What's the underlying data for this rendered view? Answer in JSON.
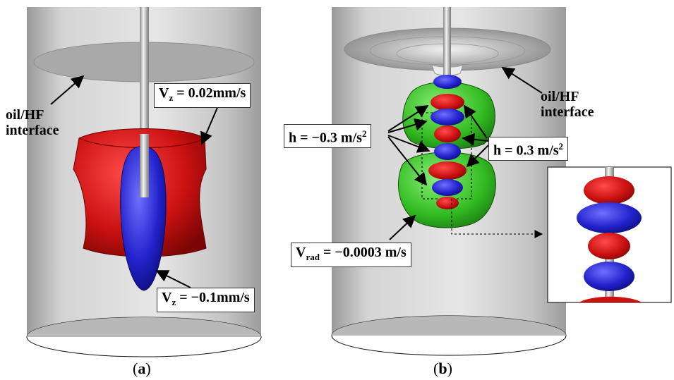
{
  "panel_a": {
    "caption_letter": "a",
    "interface_label_line1": "oil/HF",
    "interface_label_line2": "interface",
    "vz_pos": {
      "prefix": "V",
      "sub": "z",
      "value": " = 0.02mm/s"
    },
    "vz_neg": {
      "prefix": "V",
      "sub": "z",
      "value": " = −0.1mm/s"
    }
  },
  "panel_b": {
    "caption_letter": "b",
    "interface_label_line1": "oil/HF",
    "interface_label_line2": "interface",
    "h_neg": {
      "prefix": "h = ",
      "value": "−0.3 m/s",
      "sup": "2"
    },
    "h_pos": {
      "prefix": "h = ",
      "value": "0.3 m/s",
      "sup": "2"
    },
    "vrad": {
      "prefix": "V",
      "sub": "rad",
      "value": " = −0.0003 m/s"
    }
  },
  "colors": {
    "cylinder": "#c8c8c8",
    "positive_isosurface": "#cc1111",
    "negative_isosurface": "#2222cc",
    "radial_isosurface": "#33bb22"
  }
}
